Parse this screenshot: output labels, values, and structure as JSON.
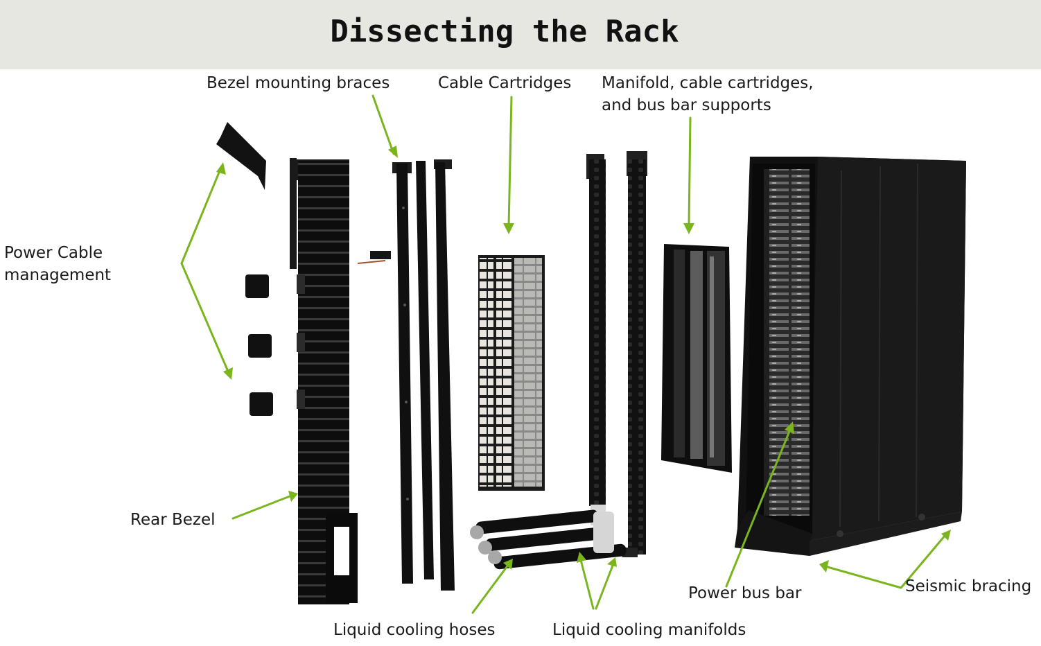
{
  "title": "Dissecting the Rack",
  "accent_color": "#7ab51d",
  "labels": {
    "bezel_mounting_braces": "Bezel mounting braces",
    "cable_cartridges": "Cable Cartridges",
    "manifold_supports": [
      "Manifold, cable cartridges,",
      "and bus bar supports"
    ],
    "power_cable_management": [
      "Power Cable",
      "management"
    ],
    "rear_bezel": "Rear Bezel",
    "liquid_cooling_hoses": "Liquid cooling hoses",
    "liquid_cooling_manifolds": "Liquid cooling manifolds",
    "power_bus_bar": "Power bus bar",
    "seismic_bracing": "Seismic bracing"
  }
}
